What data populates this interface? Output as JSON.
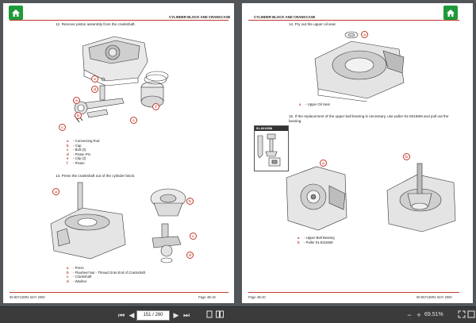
{
  "left_page": {
    "header": "CYLINDER BLOCK AND CRANKCASE",
    "step12": "12. Remove piston assembly from the crankshaft.",
    "legend12": [
      {
        "key": "a",
        "text": "Connecting Rod"
      },
      {
        "key": "b",
        "text": "Cap"
      },
      {
        "key": "c",
        "text": "Bolt (2)"
      },
      {
        "key": "d",
        "text": "Piston Pin"
      },
      {
        "key": "e",
        "text": "Clip (2)"
      },
      {
        "key": "f",
        "text": "Piston"
      }
    ],
    "step13": "13. Press the crankshaft out of the cylinder block.",
    "legend13": [
      {
        "key": "a",
        "text": "Press"
      },
      {
        "key": "b",
        "text": "Flywheel Nut - Thread Onto End of Crankshaft"
      },
      {
        "key": "c",
        "text": "Crankshaft"
      },
      {
        "key": "d",
        "text": "Washer"
      }
    ],
    "footer_left": "90-857138R1   MAY 2000",
    "footer_right": "Page 4B-19",
    "callouts_top": [
      "e",
      "d",
      "a",
      "b",
      "c",
      "f"
    ],
    "callouts_bottom": [
      "a",
      "b",
      "c",
      "d"
    ]
  },
  "right_page": {
    "header": "CYLINDER BLOCK AND CRANKCASE",
    "step14": "14. Pry out the upper oil seal.",
    "legend14": [
      {
        "key": "a",
        "text": "Upper Oil Seal"
      }
    ],
    "step15": "15. If the replacement of the upper ball bearing is necessary, use puller 91-83165M and pull out the bearing.",
    "tool_label": "91-83165M",
    "legend15": [
      {
        "key": "a",
        "text": "Upper Ball Bearing"
      },
      {
        "key": "b",
        "text": "Puller 91-83165M"
      }
    ],
    "footer_left": "Page 4B-20",
    "footer_right": "90-857138R1   MAY 2000",
    "callouts": [
      "a",
      "b",
      "a"
    ]
  },
  "toolbar": {
    "page_value": "151 / 260",
    "zoom": "69.51%"
  },
  "colors": {
    "accent": "#c0392b",
    "home": "#1f9a3a"
  }
}
